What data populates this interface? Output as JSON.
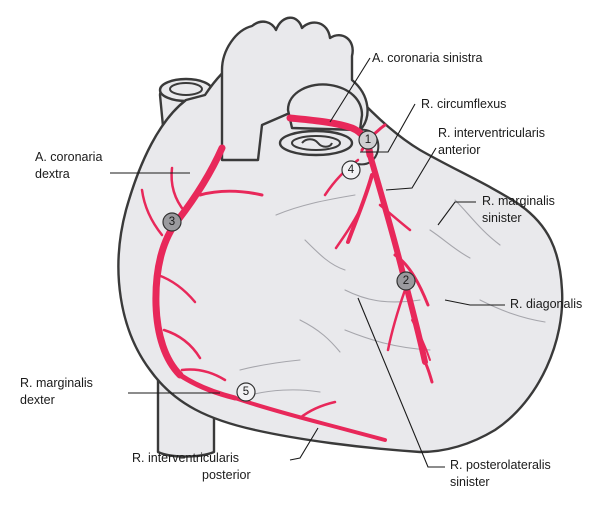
{
  "labels": {
    "coronaria_sinistra": "A. coronaria sinistra",
    "circumflexus": "R. circumflexus",
    "interventricularis_anterior_1": "R. interventricularis",
    "interventricularis_anterior_2": "anterior",
    "coronaria_dextra_1": "A. coronaria",
    "coronaria_dextra_2": "dextra",
    "marginalis_sinister_1": "R. marginalis",
    "marginalis_sinister_2": "sinister",
    "diagonalis": "R. diagonalis",
    "marginalis_dexter_1": "R. marginalis",
    "marginalis_dexter_2": "dexter",
    "interventricularis_posterior_1": "R. interventricularis",
    "interventricularis_posterior_2": "posterior",
    "posterolateralis_sinister_1": "R. posterolateralis",
    "posterolateralis_sinister_2": "sinister"
  },
  "markers": {
    "m1": "1",
    "m2": "2",
    "m3": "3",
    "m4": "4",
    "m5": "5"
  },
  "colors": {
    "artery": "#e8285a",
    "heart_fill": "#e9e9ec",
    "outline": "#3a3a3a",
    "marker_fill": "#cfcfd2",
    "marker3_fill": "#9a9a9e"
  }
}
